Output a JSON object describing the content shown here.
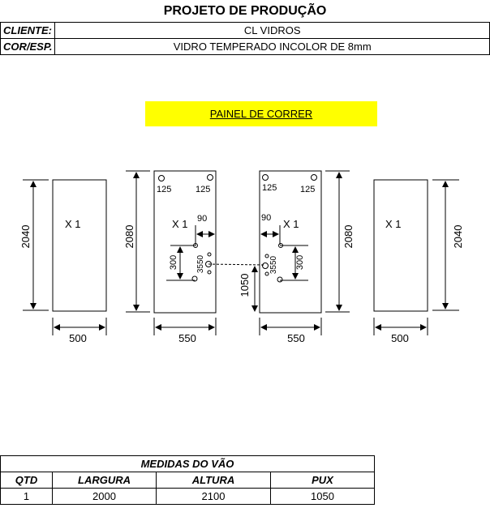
{
  "header": {
    "title": "PROJETO DE PRODUÇÃO",
    "client_label": "CLIENTE:",
    "client_value": "CL VIDROS",
    "color_label": "COR/ESP.",
    "color_value": "VIDRO TEMPERADO INCOLOR DE 8mm"
  },
  "banner": {
    "label": "PAINEL DE CORRER"
  },
  "panels": {
    "fixed_left": {
      "height": "2040",
      "width": "500",
      "qty": "X 1"
    },
    "slide_left": {
      "height": "2080",
      "width": "550",
      "qty": "X 1",
      "hole_left": "125",
      "hole_right": "125",
      "edge_offset": "90",
      "handle_spacing": "300",
      "handle_position": "3550"
    },
    "handle_height": "1050",
    "slide_right": {
      "height": "2080",
      "width": "550",
      "qty": "X 1",
      "hole_left": "125",
      "hole_right": "125",
      "edge_offset": "90",
      "handle_spacing": "300",
      "handle_position": "3550"
    },
    "fixed_right": {
      "height": "2040",
      "width": "500",
      "qty": "X 1"
    }
  },
  "measurements": {
    "caption": "MEDIDAS DO VÃO",
    "headers": [
      "QTD",
      "LARGURA",
      "ALTURA",
      "PUX"
    ],
    "row": [
      "1",
      "2000",
      "2100",
      "1050"
    ]
  }
}
